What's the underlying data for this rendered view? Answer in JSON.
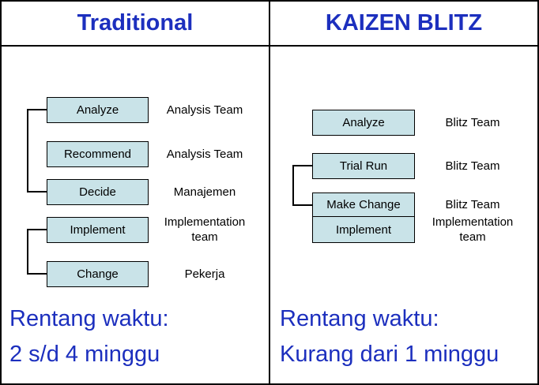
{
  "colors": {
    "accent_blue": "#1C2FBE",
    "box_fill": "#C9E3E8",
    "line_black": "#000000",
    "background": "#FFFFFF"
  },
  "columns": [
    {
      "header": "Traditional",
      "steps": [
        {
          "box": "Analyze",
          "label": "Analysis Team"
        },
        {
          "box": "Recommend",
          "label": "Analysis Team"
        },
        {
          "box": "Decide",
          "label": "Manajemen"
        },
        {
          "box": "Implement",
          "label": "Implementation team"
        },
        {
          "box": "Change",
          "label": "Pekerja"
        }
      ],
      "timespan": {
        "line1": "Rentang waktu:",
        "line2": "2 s/d 4 minggu"
      }
    },
    {
      "header": "KAIZEN BLITZ",
      "steps": [
        {
          "box": "Analyze",
          "label": "Blitz Team"
        },
        {
          "box": "Trial Run",
          "label": "Blitz Team"
        },
        {
          "box": "Make Change",
          "label": "Blitz Team"
        },
        {
          "box": "Implement",
          "label": "Implementation team"
        }
      ],
      "timespan": {
        "line1": "Rentang waktu:",
        "line2": "Kurang dari 1 minggu"
      }
    }
  ]
}
